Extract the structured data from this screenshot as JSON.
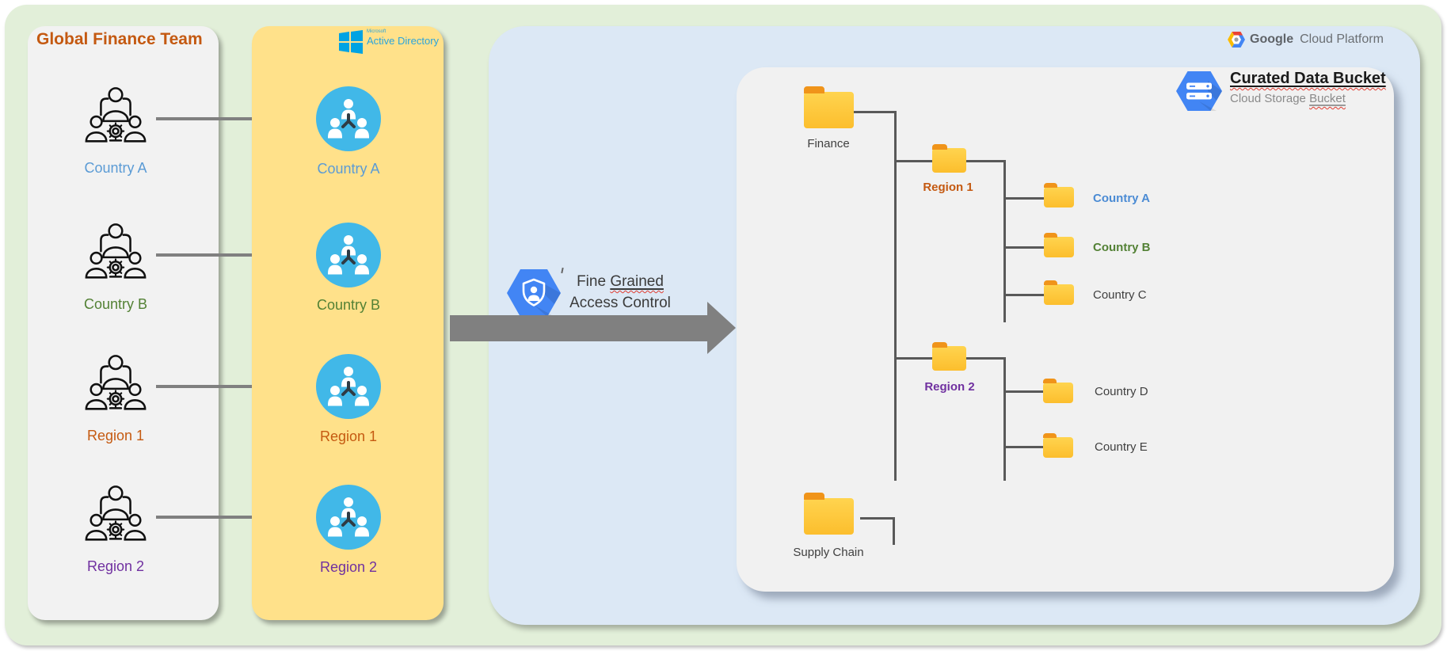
{
  "colors": {
    "accent_orange": "#C55A11",
    "accent_blue": "#5B9BD5",
    "accent_green": "#538135",
    "accent_purple": "#7030A0",
    "ad_blue": "#2AA4DC",
    "gcp_blue": "#4285F4",
    "panel_green": "#E2EFD9",
    "panel_yellow": "#FFE18A",
    "panel_blue": "#DCE8F5",
    "arrow_gray": "#808080",
    "folder_yellow": "#FCBE2D"
  },
  "left_panel": {
    "title": "Global Finance Team",
    "rows": [
      {
        "label": "Country A",
        "color": "#5B9BD5"
      },
      {
        "label": "Country B",
        "color": "#538135"
      },
      {
        "label": "Region 1",
        "color": "#C55A11"
      },
      {
        "label": "Region 2",
        "color": "#7030A0"
      }
    ]
  },
  "ad_panel": {
    "logo_small": "Microsoft",
    "logo": "Active Directory",
    "rows": [
      {
        "label": "Country A",
        "color": "#5B9BD5"
      },
      {
        "label": "Country B",
        "color": "#538135"
      },
      {
        "label": "Region 1",
        "color": "#C55A11"
      },
      {
        "label": "Region 2",
        "color": "#7030A0"
      }
    ]
  },
  "access_control": {
    "line1_plain": "Fine ",
    "line1_underlined": "Grained",
    "line2": "Access Control"
  },
  "gcp_panel": {
    "logo_bold": "Google",
    "logo_rest": "Cloud Platform",
    "bucket_title": "Curated Data Bucket",
    "bucket_subtitle_plain": "Cloud Storage ",
    "bucket_subtitle_underlined": "Bucket"
  },
  "tree": {
    "root1": "Finance",
    "region1": "Region 1",
    "region1_children": [
      {
        "label": "Country A",
        "color": "#4B8BD4",
        "bold": true
      },
      {
        "label": "Country B",
        "color": "#538135",
        "bold": true
      },
      {
        "label": "Country C",
        "color": "#404040",
        "bold": false
      }
    ],
    "region2": "Region 2",
    "region2_children": [
      {
        "label": "Country D",
        "color": "#404040",
        "bold": false
      },
      {
        "label": "Country E",
        "color": "#404040",
        "bold": false
      }
    ],
    "root2": "Supply Chain"
  }
}
